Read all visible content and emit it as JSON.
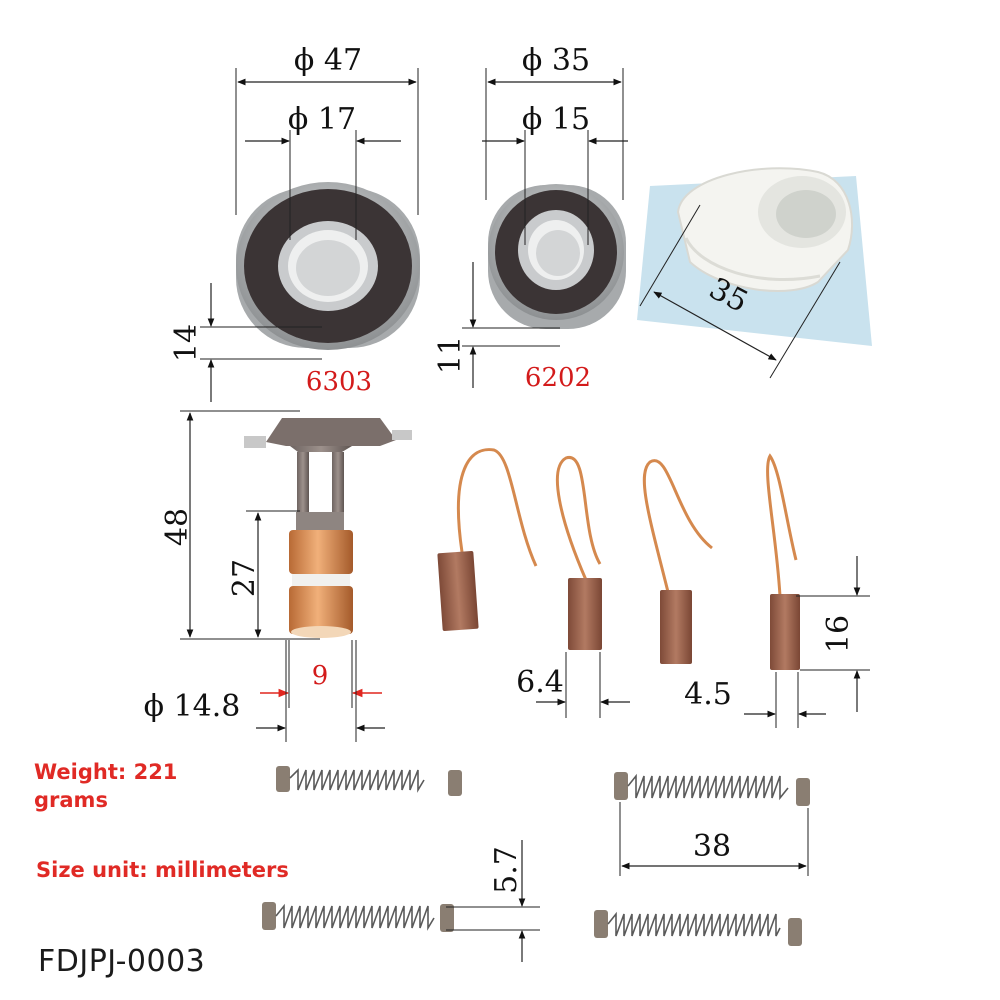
{
  "dims": {
    "b1_outer": "ϕ 47",
    "b1_inner": "ϕ 17",
    "b1_width": "14",
    "b2_outer": "ϕ 35",
    "b2_inner": "ϕ 15",
    "b2_width": "11",
    "cap_dia": "35",
    "slip_height": "48",
    "slip_ring_len": "27",
    "slip_ring_w": "9",
    "slip_dia": "ϕ 14.8",
    "brush_w1": "6.4",
    "brush_w2": "4.5",
    "brush_len": "16",
    "spring_dia": "5.7",
    "spring_len": "38"
  },
  "models": {
    "bearing1": "6303",
    "bearing2": "6202"
  },
  "info": {
    "weight": "Weight: 221 grams",
    "unit": "Size unit: millimeters",
    "code": "FDJPJ-0003"
  },
  "colors": {
    "seal": "#3a3434",
    "steel": "#b9bcbe",
    "copper": "#d98a4f",
    "carbon": "#9e6450",
    "cap": "#f2f2ee",
    "red_text": "#d31b1b"
  }
}
